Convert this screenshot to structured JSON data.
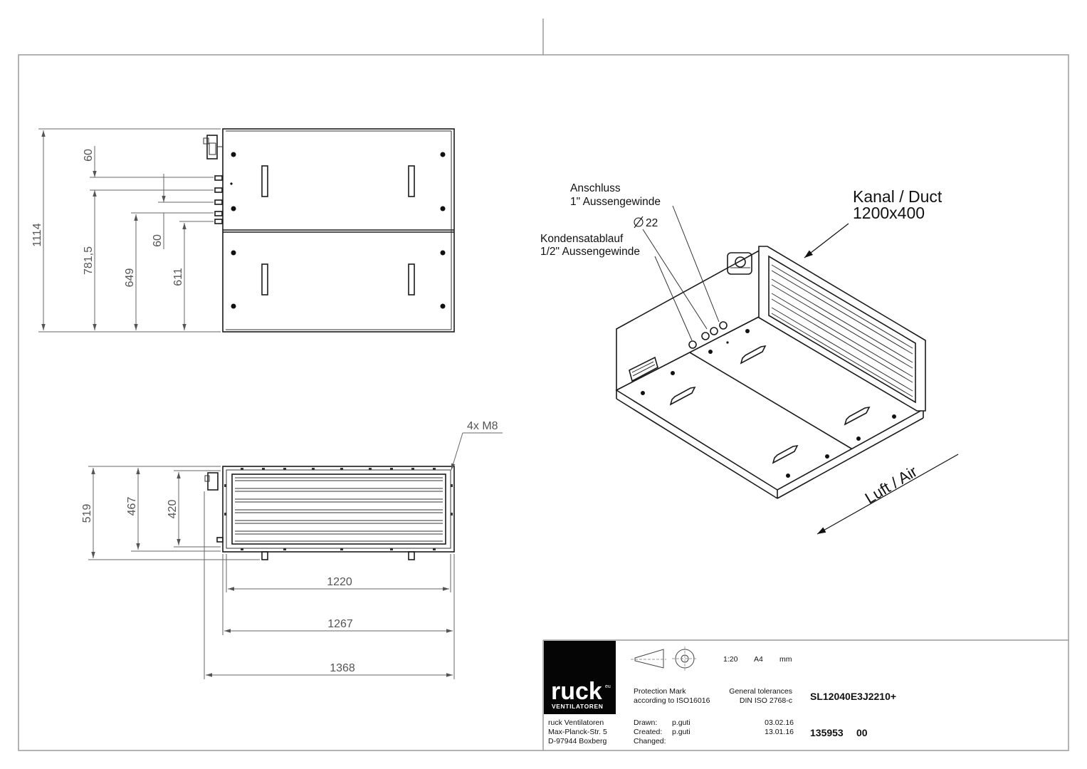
{
  "top_view": {
    "dims": {
      "d1114": "1114",
      "d60a": "60",
      "d7815": "781,5",
      "d60b": "60",
      "d649": "649",
      "d611": "611"
    }
  },
  "front_view": {
    "callout_holes": "4x M8",
    "dims": {
      "d519": "519",
      "d467": "467",
      "d420": "420",
      "d1220": "1220",
      "d1267": "1267",
      "d1368": "1368"
    }
  },
  "iso_view": {
    "anschluss_1": "Anschluss",
    "anschluss_2": "1\" Aussengewinde",
    "diameter": "22",
    "kondensat_1": "Kondensatablauf",
    "kondensat_2": "1/2\" Aussengewinde",
    "kanal_1": "Kanal / Duct",
    "kanal_2": "1200x400",
    "luft": "Luft / Air"
  },
  "title_block": {
    "logo_text": "ruck",
    "logo_sup": "eu",
    "logo_sub": "VENTILATOREN",
    "scale": "1:20",
    "paper": "A4",
    "unit": "mm",
    "protection_1": "Protection Mark",
    "protection_2": "according to ISO16016",
    "tolerance_1": "General tolerances",
    "tolerance_2": "DIN ISO 2768-c",
    "part_name": "SL12040E3J2210+",
    "company_1": "ruck Ventilatoren",
    "company_2": "Max-Planck-Str. 5",
    "company_3": "D-97944 Boxberg",
    "drawn_label": "Drawn:",
    "drawn_by": "p.guti",
    "drawn_date": "03.02.16",
    "created_label": "Created:",
    "created_by": "p.guti",
    "created_date": "13.01.16",
    "changed_label": "Changed:",
    "drawing_no": "135953",
    "revision": "00"
  }
}
